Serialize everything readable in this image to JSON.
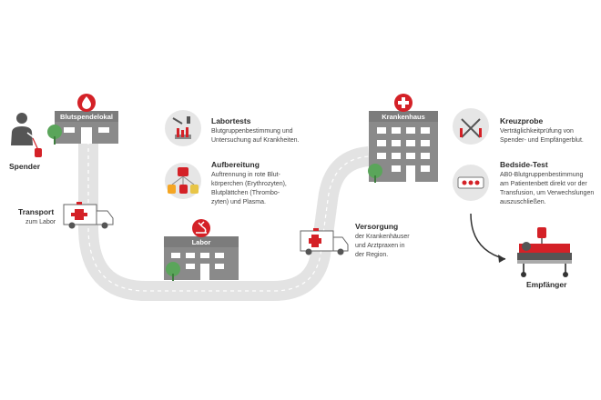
{
  "colors": {
    "accent": "#d42127",
    "road": "#e3e3e3",
    "building": "#8a8a8a",
    "window": "#ffffff",
    "tree": "#5aa55a",
    "circle_bg": "#e6e6e6"
  },
  "buildings": {
    "blutspendelokal": "Blutspendelokal",
    "labor": "Labor",
    "krankenhaus": "Krankenhaus"
  },
  "labels": {
    "spender": "Spender",
    "empfaenger": "Empfänger",
    "transport_title": "Transport",
    "transport_desc": "zum Labor",
    "labortests_title": "Labortests",
    "labortests_desc": "Blutgruppenbestimmung und\nUntersuchung auf Krankheiten.",
    "aufbereitung_title": "Aufbereitung",
    "aufbereitung_desc": "Auftrennung in rote Blut-\nkörperchen (Erythrozyten),\nBlutplättchen (Thrombo-\nzyten) und Plasma.",
    "versorgung_title": "Versorgung",
    "versorgung_desc": "der Krankenhäuser\nund Arztpraxen in\nder Region.",
    "kreuzprobe_title": "Kreuzprobe",
    "kreuzprobe_desc": "Verträglichkeitprüfung von\nSpender- und Empfängerblut.",
    "bedside_title": "Bedside-Test",
    "bedside_desc": "AB0-Blutgruppenbestimmung\nam Patientenbett direkt vor der\nTransfusion, um Verwechslungen\nauszuschließen."
  },
  "icons": {
    "blood_drop": "blood-drop-icon",
    "cross": "medical-cross-icon",
    "microscope": "microscope-icon",
    "test_tubes": "test-tubes-icon",
    "blood_bags": "blood-bags-icon",
    "crossmatch": "crossmatch-icon",
    "bedside_card": "bedside-test-card-icon",
    "ambulance": "ambulance-icon",
    "tree": "tree-icon",
    "donor": "donor-person-icon",
    "hospital_bed": "hospital-bed-icon"
  }
}
